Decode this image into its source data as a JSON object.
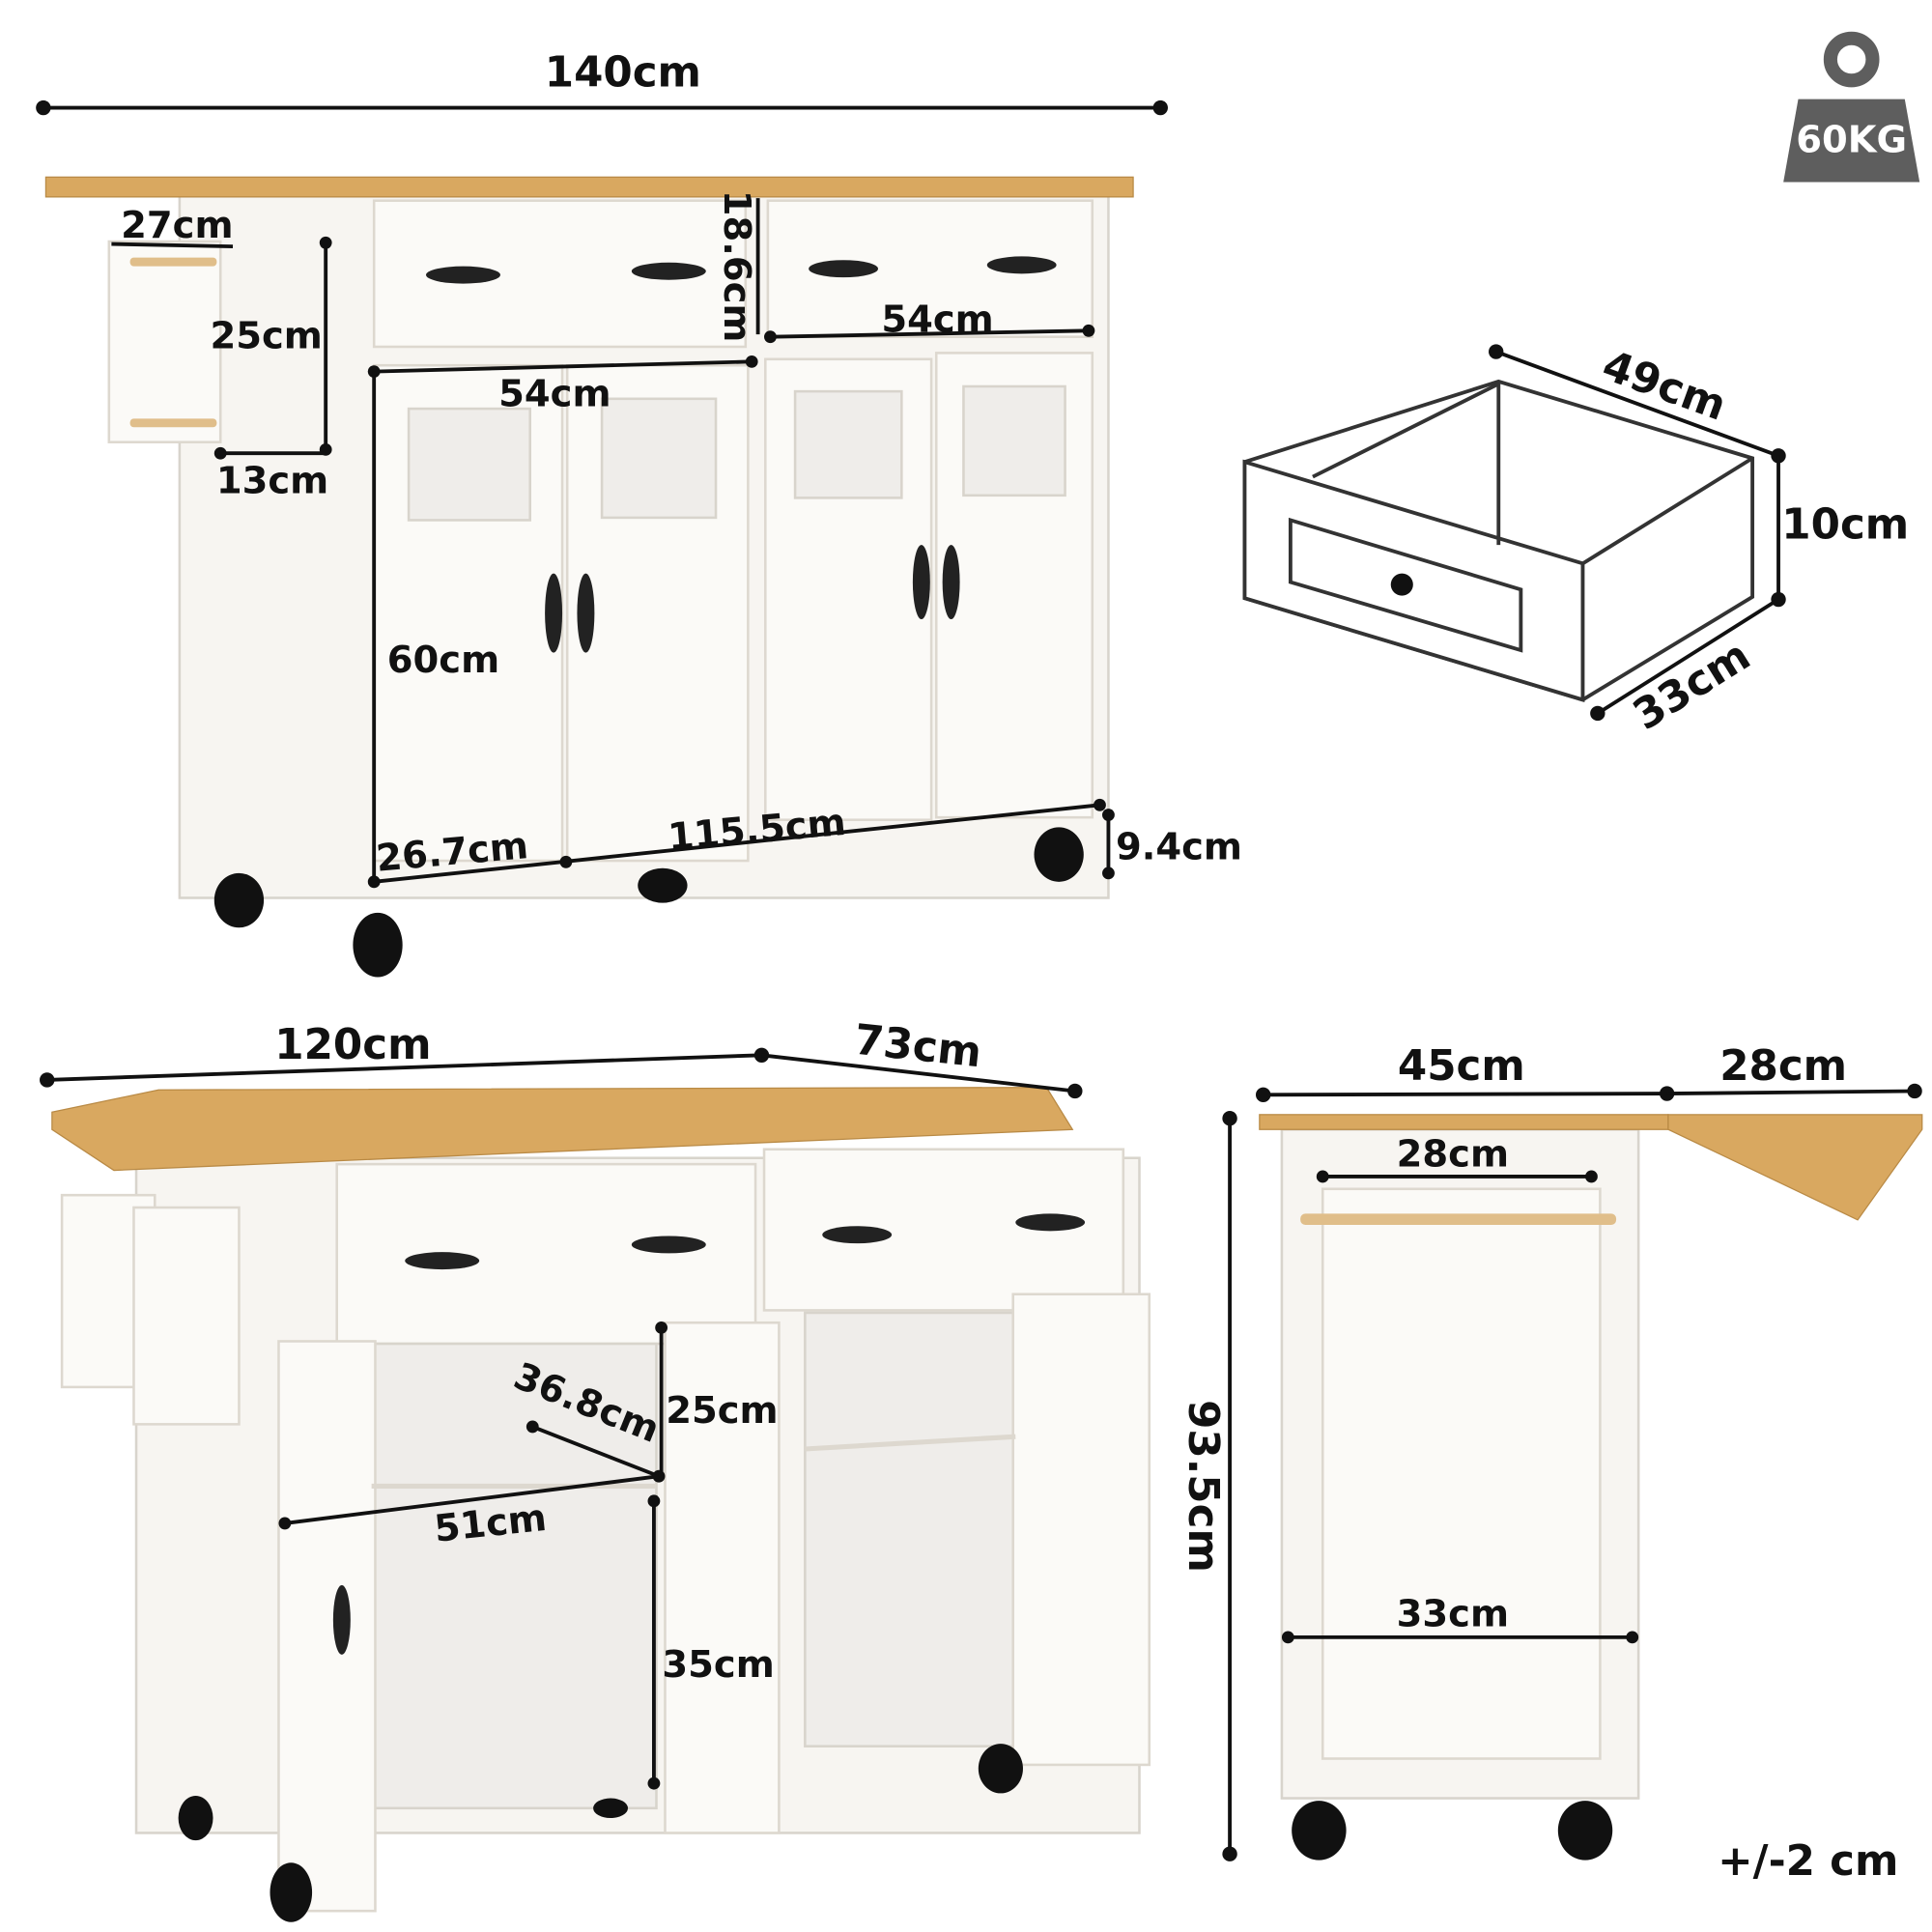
{
  "badge": {
    "weight": "60KG",
    "icon": "weight-icon",
    "color": "#5e5e5e"
  },
  "front_view": {
    "total_width": "140cm",
    "towel_rack_width": "27cm",
    "shelf_height": "25cm",
    "shelf_depth": "13cm",
    "drawer_height": "18.6cm",
    "drawer_width": "54cm",
    "cabinet_width": "54cm",
    "cabinet_height": "60cm",
    "door_width": "26.7cm",
    "body_width": "115.5cm",
    "wheel_clearance": "9.4cm"
  },
  "drawer_view": {
    "depth": "49cm",
    "height": "10cm",
    "width": "33cm"
  },
  "open_view": {
    "top_width": "120cm",
    "top_depth": "73cm",
    "shelf_depth": "36.8cm",
    "upper_height": "25cm",
    "interior_width": "51cm",
    "lower_height": "35cm"
  },
  "side_view": {
    "body_depth": "45cm",
    "leaf_width": "28cm",
    "bar_width": "28cm",
    "total_height": "93.5cm",
    "inner_depth": "33cm"
  },
  "tolerance": "+/-2 cm"
}
